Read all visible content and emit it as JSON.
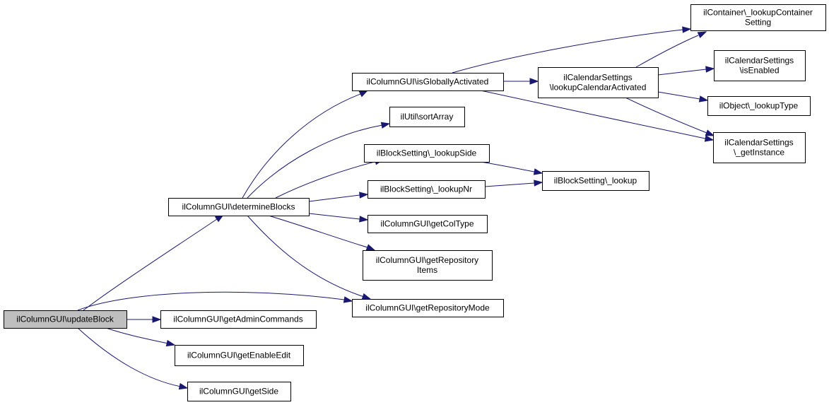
{
  "graph": {
    "nodes": [
      {
        "id": "updateBlock",
        "lines": [
          "ilColumnGUI\\updateBlock"
        ],
        "highlight": true
      },
      {
        "id": "determineBlocks",
        "lines": [
          "ilColumnGUI\\determineBlocks"
        ]
      },
      {
        "id": "getAdminCommands",
        "lines": [
          "ilColumnGUI\\getAdminCommands"
        ]
      },
      {
        "id": "getEnableEdit",
        "lines": [
          "ilColumnGUI\\getEnableEdit"
        ]
      },
      {
        "id": "getSide",
        "lines": [
          "ilColumnGUI\\getSide"
        ]
      },
      {
        "id": "isGloballyActivated",
        "lines": [
          "ilColumnGUI\\isGloballyActivated"
        ]
      },
      {
        "id": "sortArray",
        "lines": [
          "ilUtil\\sortArray"
        ]
      },
      {
        "id": "lookupSide",
        "lines": [
          "ilBlockSetting\\_lookupSide"
        ]
      },
      {
        "id": "lookupNr",
        "lines": [
          "ilBlockSetting\\_lookupNr"
        ]
      },
      {
        "id": "getColType",
        "lines": [
          "ilColumnGUI\\getColType"
        ]
      },
      {
        "id": "getRepositoryItems",
        "lines": [
          "ilColumnGUI\\getRepository",
          "Items"
        ]
      },
      {
        "id": "getRepositoryMode",
        "lines": [
          "ilColumnGUI\\getRepositoryMode"
        ]
      },
      {
        "id": "lookupCalendarActivated",
        "lines": [
          "ilCalendarSettings",
          "\\lookupCalendarActivated"
        ]
      },
      {
        "id": "blockLookup",
        "lines": [
          "ilBlockSetting\\_lookup"
        ]
      },
      {
        "id": "lookupContainerSetting",
        "lines": [
          "ilContainer\\_lookupContainer",
          "Setting"
        ]
      },
      {
        "id": "isEnabled",
        "lines": [
          "ilCalendarSettings",
          "\\isEnabled"
        ]
      },
      {
        "id": "lookupType",
        "lines": [
          "ilObject\\_lookupType"
        ]
      },
      {
        "id": "getInstance",
        "lines": [
          "ilCalendarSettings",
          "\\_getInstance"
        ]
      }
    ]
  }
}
